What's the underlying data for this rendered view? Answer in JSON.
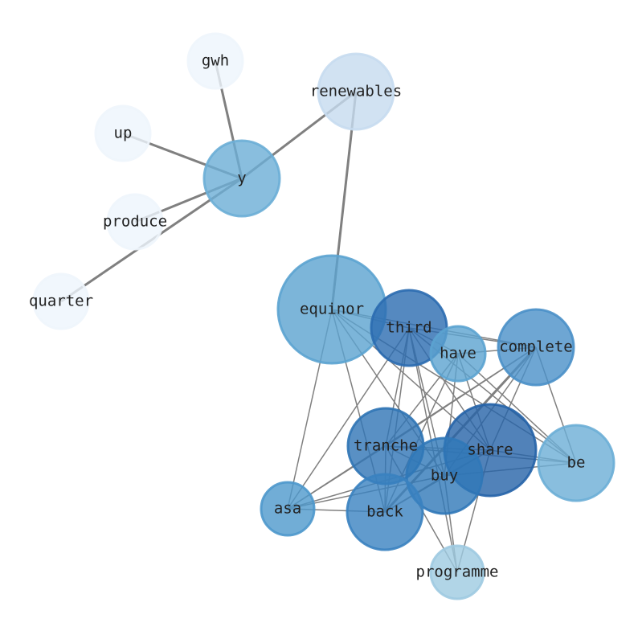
{
  "graph": {
    "nodes": [
      {
        "id": "gwh",
        "label": "gwh",
        "color": "#eef5fc"
      },
      {
        "id": "renewables",
        "label": "renewables",
        "color": "#c6dbef"
      },
      {
        "id": "up",
        "label": "up",
        "color": "#eef5fc"
      },
      {
        "id": "y",
        "label": "y",
        "color": "#6baed6"
      },
      {
        "id": "produce",
        "label": "produce",
        "color": "#eef5fc"
      },
      {
        "id": "quarter",
        "label": "quarter",
        "color": "#eef5fc"
      },
      {
        "id": "equinor",
        "label": "equinor",
        "color": "#5ba3d0"
      },
      {
        "id": "third",
        "label": "third",
        "color": "#2b6cb0"
      },
      {
        "id": "have",
        "label": "have",
        "color": "#5ba3d0"
      },
      {
        "id": "complete",
        "label": "complete",
        "color": "#4a90c8"
      },
      {
        "id": "tranche",
        "label": "tranche",
        "color": "#2f74b5"
      },
      {
        "id": "share",
        "label": "share",
        "color": "#2563a8"
      },
      {
        "id": "buy",
        "label": "buy",
        "color": "#3078b8"
      },
      {
        "id": "be",
        "label": "be",
        "color": "#6baed6"
      },
      {
        "id": "asa",
        "label": "asa",
        "color": "#4e98cc"
      },
      {
        "id": "back",
        "label": "back",
        "color": "#3a82c0"
      },
      {
        "id": "programme",
        "label": "programme",
        "color": "#9ecae1"
      }
    ],
    "edges": [
      [
        "y",
        "gwh",
        2
      ],
      [
        "y",
        "up",
        2
      ],
      [
        "y",
        "produce",
        2
      ],
      [
        "y",
        "quarter",
        2
      ],
      [
        "y",
        "renewables",
        2
      ],
      [
        "renewables",
        "equinor",
        2
      ],
      [
        "equinor",
        "third",
        1
      ],
      [
        "equinor",
        "complete",
        1
      ],
      [
        "equinor",
        "asa",
        1
      ],
      [
        "equinor",
        "back",
        1
      ],
      [
        "equinor",
        "buy",
        1
      ],
      [
        "equinor",
        "share",
        1
      ],
      [
        "equinor",
        "be",
        1
      ],
      [
        "third",
        "have",
        1
      ],
      [
        "third",
        "complete",
        1
      ],
      [
        "third",
        "asa",
        1
      ],
      [
        "third",
        "tranche",
        1
      ],
      [
        "third",
        "back",
        1
      ],
      [
        "third",
        "buy",
        1
      ],
      [
        "third",
        "share",
        1
      ],
      [
        "third",
        "programme",
        1
      ],
      [
        "third",
        "be",
        1
      ],
      [
        "have",
        "complete",
        1
      ],
      [
        "have",
        "tranche",
        1
      ],
      [
        "have",
        "back",
        1
      ],
      [
        "have",
        "buy",
        1
      ],
      [
        "have",
        "share",
        1
      ],
      [
        "have",
        "be",
        1
      ],
      [
        "complete",
        "tranche",
        1
      ],
      [
        "complete",
        "back",
        2
      ],
      [
        "complete",
        "buy",
        1
      ],
      [
        "complete",
        "share",
        1
      ],
      [
        "complete",
        "asa",
        1
      ],
      [
        "complete",
        "be",
        1
      ],
      [
        "tranche",
        "share",
        1
      ],
      [
        "tranche",
        "be",
        1
      ],
      [
        "tranche",
        "back",
        1
      ],
      [
        "tranche",
        "buy",
        1
      ],
      [
        "tranche",
        "programme",
        1
      ],
      [
        "tranche",
        "asa",
        1
      ],
      [
        "share",
        "back",
        1
      ],
      [
        "share",
        "buy",
        1
      ],
      [
        "share",
        "asa",
        1
      ],
      [
        "share",
        "be",
        1
      ],
      [
        "share",
        "programme",
        1
      ],
      [
        "buy",
        "asa",
        1
      ],
      [
        "buy",
        "back",
        1
      ],
      [
        "buy",
        "be",
        1
      ],
      [
        "buy",
        "programme",
        1
      ],
      [
        "asa",
        "back",
        1
      ]
    ]
  }
}
